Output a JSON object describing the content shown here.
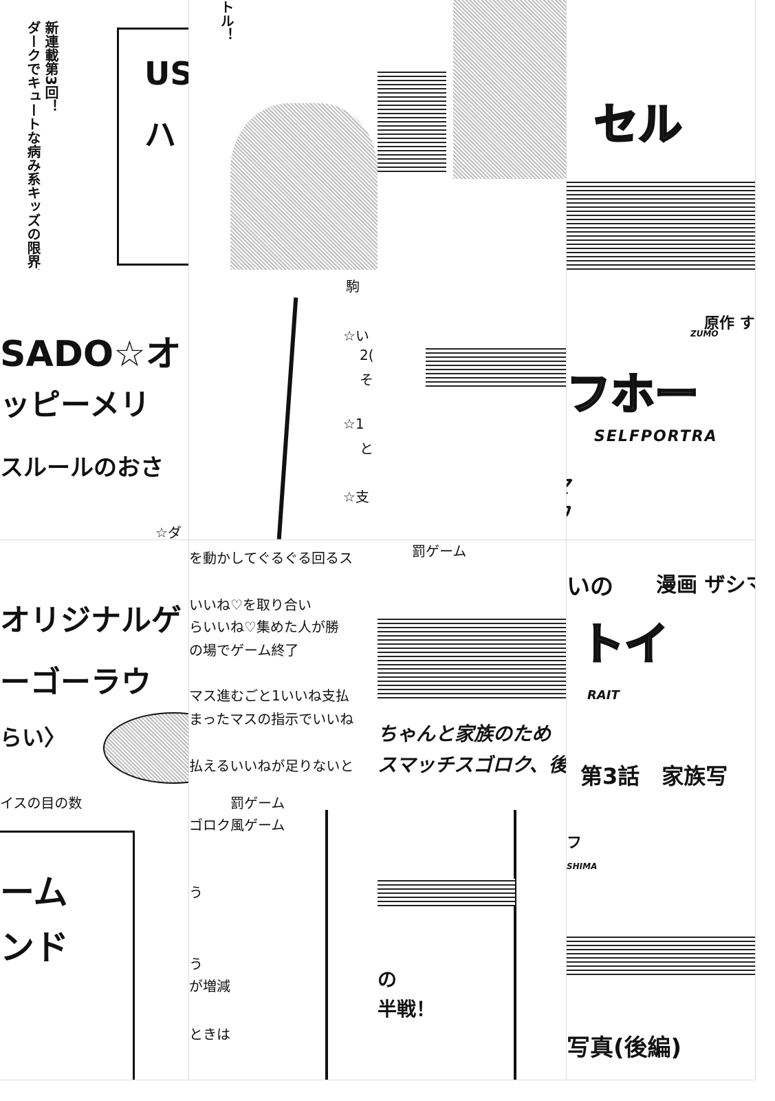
{
  "tiles": {
    "r0c0": {
      "vertical_1": "新連載第3回！",
      "vertical_2": "ダークでキュートな病み系キッズの限界バ",
      "sign_1": "US",
      "sign_2": "ハ"
    },
    "r0c1": {
      "text": "トル！"
    },
    "r0c3": {
      "title": "セル"
    },
    "r1c0": {
      "l1": "SADO☆オ",
      "l2": "ッピーメリ",
      "l3": "スルールのおさ",
      "l4": "☆ダ"
    },
    "r1c1": {
      "l1": "駒",
      "l2": "☆い",
      "l3": "2(",
      "l4": "そ",
      "l5": "☆1",
      "l6": "と",
      "l7": "☆支"
    },
    "r1c3": {
      "credit": "原作 す",
      "credit_roman": "ZUMO",
      "title": "フホー",
      "subtitle": "SELFPORTRA",
      "l1": "コマ",
      "l2": "デフ"
    },
    "r2c0": {
      "l1": "オリジナルゲ",
      "l2": "ーゴーラウ",
      "l3": "らい〉",
      "l4": "イスの目の数"
    },
    "r2c1": {
      "l1": "を動かしてぐるぐる回るス",
      "l2": "いいね♡を取り合い",
      "l3": "らいいね♡集めた人が勝",
      "l4": "の場でゲーム終了",
      "l5": "マス進むごと1いいね支払",
      "l6": "まったマスの指示でいいね",
      "l7": "払えるいいねが足りないと",
      "l8": "罰ゲーム"
    },
    "r2c2": {
      "l1": "罰ゲーム",
      "l2": "ちゃんと家族のため",
      "l3": "スマッチスゴロク、後"
    },
    "r2c3": {
      "l1": "いの",
      "l2": "漫画 ザシマ",
      "title": "トイ",
      "subtitle": "RAIT",
      "chapter": "第3話　家族写"
    },
    "r3c0": {
      "l1": "ーム",
      "l2": "ンド"
    },
    "r3c1": {
      "l1": "ゴロク風ゲーム",
      "l2": "う",
      "l3": "う",
      "l4": "が増減",
      "l5": "ときは"
    },
    "r3c2": {
      "l1": "の",
      "l2": "半戦！"
    },
    "r3c3": {
      "l1": "フ",
      "l2": "SHIMA",
      "l3": "写真(後編)"
    }
  }
}
